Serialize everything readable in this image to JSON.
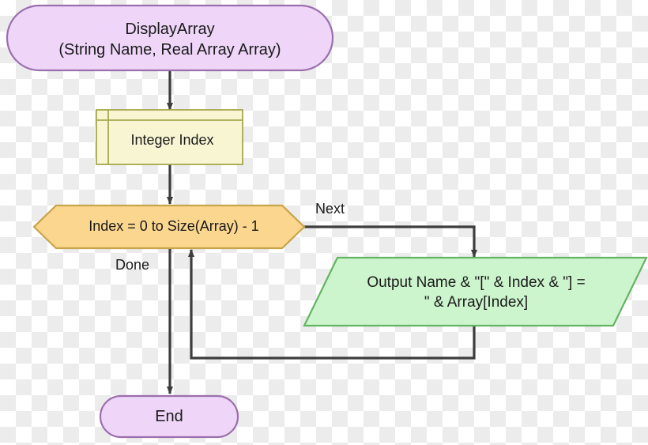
{
  "diagram": {
    "title": "DisplayArray flowchart",
    "type": "flowchart",
    "background": "transparent-checkerboard",
    "nodes": [
      {
        "id": "start",
        "shape": "terminal-stadium",
        "text": "DisplayArray\n(String Name, Real Array Array)",
        "line1": "DisplayArray",
        "line2": "(String Name, Real Array Array)",
        "fill": "#efd5f8",
        "stroke": "#9b6fad"
      },
      {
        "id": "declare",
        "shape": "declaration-box",
        "text": "Integer Index",
        "fill": "#f8f6d2",
        "stroke": "#a6a84f"
      },
      {
        "id": "loop",
        "shape": "hexagon",
        "text": "Index = 0 to Size(Array) - 1",
        "fill": "#fad68e",
        "stroke": "#c8a44a"
      },
      {
        "id": "output",
        "shape": "parallelogram",
        "text": "Output Name & \"[\" & Index & \"] =\n\" & Array[Index]",
        "line1": "Output Name & \"[\" & Index & \"] =",
        "line2": "\" & Array[Index]",
        "fill": "#cdf5cd",
        "stroke": "#63b463"
      },
      {
        "id": "end",
        "shape": "terminal-stadium",
        "text": "End",
        "fill": "#efd5f8",
        "stroke": "#9b6fad"
      }
    ],
    "edges": [
      {
        "id": "start-to-declare",
        "from": "start",
        "to": "declare",
        "label": ""
      },
      {
        "id": "declare-to-loop",
        "from": "declare",
        "to": "loop",
        "label": ""
      },
      {
        "id": "loop-to-output",
        "from": "loop",
        "to": "output",
        "label": "Next"
      },
      {
        "id": "loop-to-end",
        "from": "loop",
        "to": "end",
        "label": "Done"
      },
      {
        "id": "output-to-loop",
        "from": "output",
        "to": "loop",
        "label": ""
      }
    ],
    "edge_labels": {
      "next": "Next",
      "done": "Done"
    },
    "colors": {
      "terminal_fill": "#efd5f8",
      "terminal_stroke": "#9b6fad",
      "declaration_fill": "#f8f6d2",
      "declaration_stroke": "#a6a84f",
      "loop_fill": "#fad68e",
      "loop_stroke": "#c8a44a",
      "output_fill": "#cdf5cd",
      "output_stroke": "#63b463",
      "connector": "#3d3d3d",
      "text": "#1a1a1a"
    }
  }
}
